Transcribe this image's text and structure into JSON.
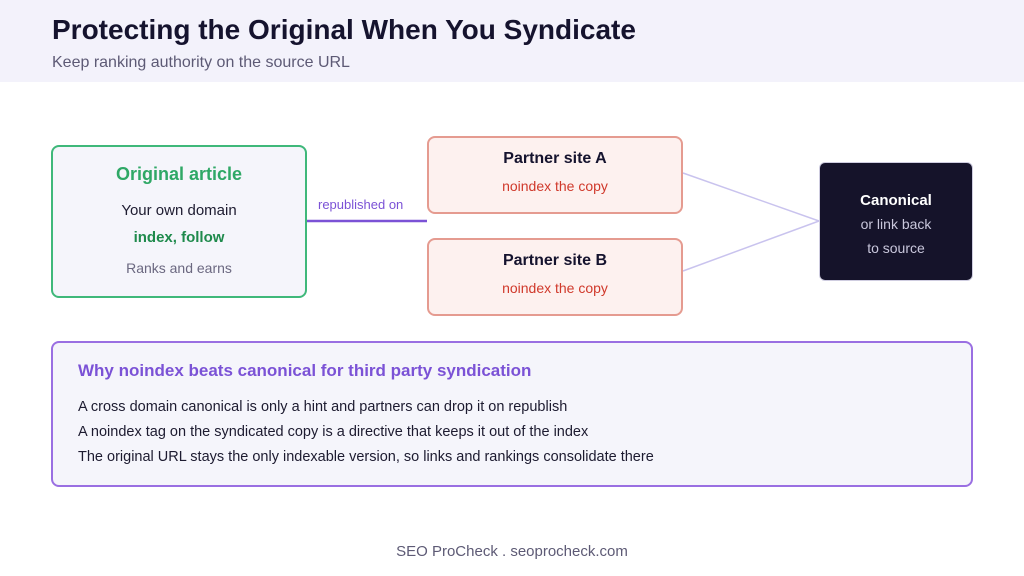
{
  "header": {
    "title": "Protecting the Original When You Syndicate",
    "subtitle": "Keep ranking authority on the source URL"
  },
  "original": {
    "title": "Original article",
    "line1": "Your own domain",
    "line2": "index, follow",
    "line3": "Ranks and earns"
  },
  "edge_label": "republished on",
  "partners": [
    {
      "title": "Partner site A",
      "subtitle": "noindex the copy"
    },
    {
      "title": "Partner site B",
      "subtitle": "noindex the copy"
    }
  ],
  "canonical": {
    "title": "Canonical",
    "line1": "or link back",
    "line2": "to source"
  },
  "why": {
    "title": "Why noindex beats canonical for third party syndication",
    "items": [
      "A cross domain canonical is only a hint and partners can drop it on republish",
      "A noindex tag on the syndicated copy is a directive that keeps it out of the index",
      "The original URL stays the only indexable version, so links and rankings consolidate there"
    ]
  },
  "footer": "SEO ProCheck . seoprocheck.com",
  "colors": {
    "accent_purple": "#7b52d6",
    "original_green": "#2fa866",
    "partner_red": "#d0392b",
    "canonical_dark": "#15132a"
  }
}
